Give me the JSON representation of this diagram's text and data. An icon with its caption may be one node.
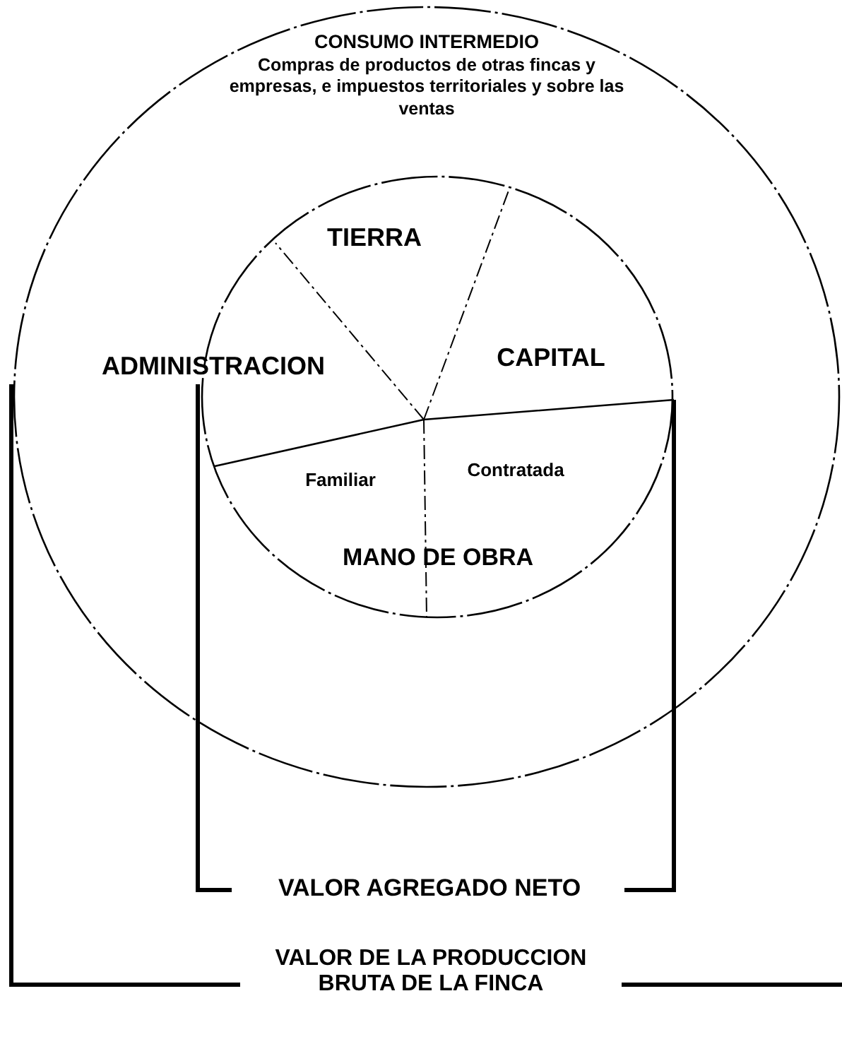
{
  "diagram": {
    "nodes": [
      {
        "text": [
          "CONSUMO INTERMEDIO",
          "Compras de productos de otras fincas y empresas, e impuestos territoriales y sobre las ventas"
        ]
      },
      {
        "text": [],
        "shape": "circle",
        "in": 0
      }
    ],
    "labels": [
      "TIERRA",
      "ADMINISTRACION",
      "CAPITAL",
      "Familiar",
      "Contratada",
      "MANO DE OBRA",
      "VALOR AGREGADO NETO",
      "VALOR DE LA PRODUCCION BRUTA DE LA FINCA"
    ]
  }
}
